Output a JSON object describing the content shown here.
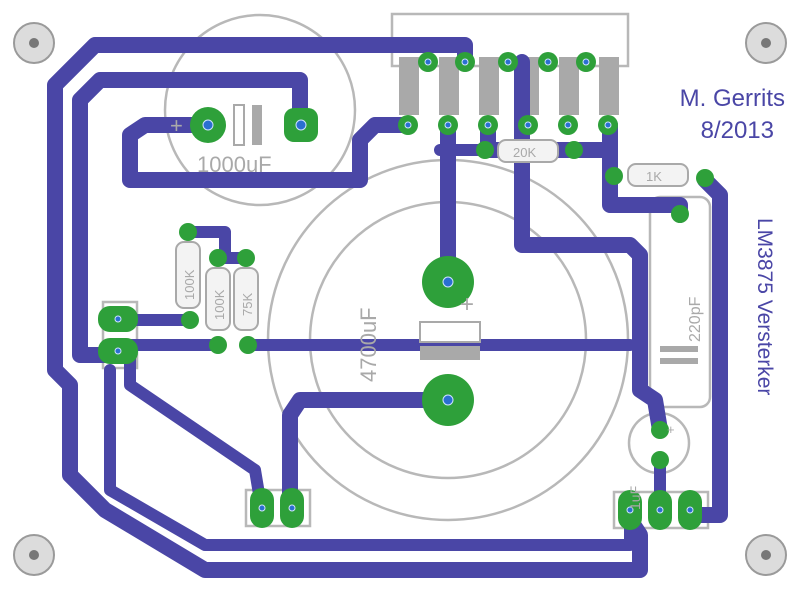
{
  "board": {
    "author": "M. Gerrits",
    "date": "8/2013",
    "title": "LM3875 Versterker"
  },
  "components": {
    "cap_small": "1000uF",
    "cap_big": "4700uF",
    "cap_ceramic": "220pF",
    "cap_elec_small": "1uF",
    "res_r1": "100K",
    "res_r2": "100K",
    "res_r3": "75K",
    "res_r4": "20K",
    "res_r5": "1K",
    "plus_sign": "+",
    "plus_sign_big": "+",
    "plus_sign_small": "+"
  },
  "colors": {
    "trace": "#4a46a6",
    "pad": "#2ea03a",
    "silkscreen": "#a9a9a9"
  }
}
